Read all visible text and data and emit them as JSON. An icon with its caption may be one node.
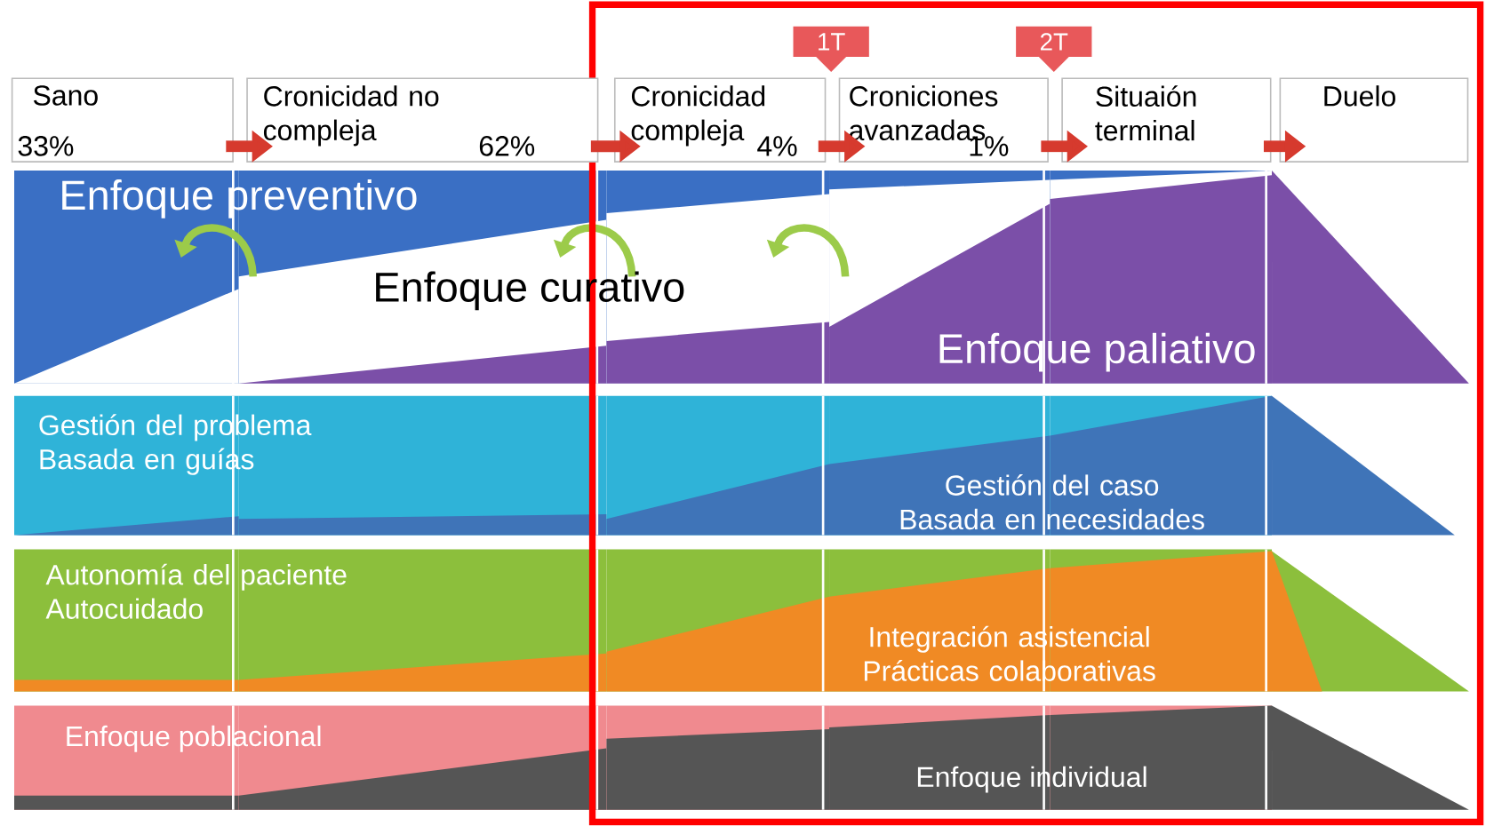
{
  "diagram": {
    "nodes": [
      {
        "text": [
          "Sano",
          "33%"
        ]
      },
      {
        "text": [
          "Cronicidad no compleja",
          "62%"
        ]
      },
      {
        "text": [
          "Cronicidad compleja",
          "4%"
        ]
      },
      {
        "text": [
          "Croniciones avanzadas",
          "1%"
        ]
      },
      {
        "text": [
          "Situaión terminal"
        ]
      },
      {
        "text": [
          "Duelo"
        ]
      },
      {
        "text": [
          "1T"
        ]
      },
      {
        "text": [
          "2T"
        ]
      }
    ],
    "edges": [
      {
        "from": 0,
        "to": 1,
        "arrow": "to"
      },
      {
        "from": 1,
        "to": 2,
        "arrow": "to"
      },
      {
        "from": 2,
        "to": 3,
        "arrow": "to"
      },
      {
        "from": 3,
        "to": 4,
        "arrow": "to"
      },
      {
        "from": 4,
        "to": 5,
        "arrow": "to"
      }
    ],
    "labels": [
      "Enfoque preventivo",
      "Enfoque curativo",
      "Enfoque paliativo",
      "Gestión del problema Basada en guías",
      "Gestión del caso Basada en necesidades",
      "Autonomía del paciente Autocuidado",
      "Integración asistencial Prácticas colaborativas",
      "Enfoque poblacional",
      "Enfoque individual"
    ]
  }
}
